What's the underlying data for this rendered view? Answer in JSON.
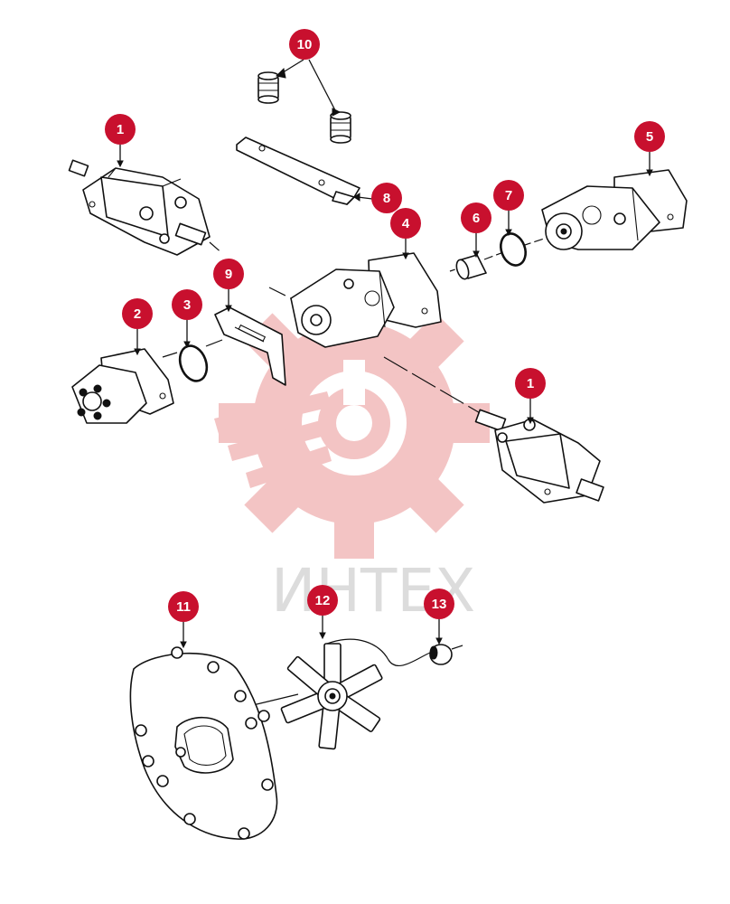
{
  "watermark": {
    "text": "ИНТЕХ",
    "color": "#f3c4c4",
    "text_color": "#dcdcdc"
  },
  "callout_color": "#c8102e",
  "callouts": [
    {
      "id": "c10",
      "label": "10"
    },
    {
      "id": "c1a",
      "label": "1"
    },
    {
      "id": "c5",
      "label": "5"
    },
    {
      "id": "c8",
      "label": "8"
    },
    {
      "id": "c4",
      "label": "4"
    },
    {
      "id": "c6",
      "label": "6"
    },
    {
      "id": "c7",
      "label": "7"
    },
    {
      "id": "c9",
      "label": "9"
    },
    {
      "id": "c2",
      "label": "2"
    },
    {
      "id": "c3",
      "label": "3"
    },
    {
      "id": "c1b",
      "label": "1"
    },
    {
      "id": "c11",
      "label": "11"
    },
    {
      "id": "c12",
      "label": "12"
    },
    {
      "id": "c13",
      "label": "13"
    }
  ]
}
